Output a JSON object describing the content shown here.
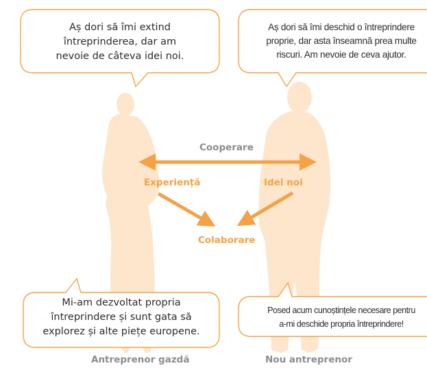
{
  "colors": {
    "accent": "#f5a144",
    "silhouette": "#fde6cc",
    "label_gray": "#8c8c8c",
    "text": "#2b2b2b"
  },
  "bubbles": {
    "top_left": [
      "Aș dori să îmi extind",
      "întreprinderea, dar am",
      "nevoie de câteva idei noi."
    ],
    "top_right": [
      "Aș dori să îmi deschid o întreprindere",
      "proprie, dar asta înseamnă prea multe",
      "riscuri. Am nevoie de ceva ajutor."
    ],
    "bottom_left": [
      "Mi-am dezvoltat propria",
      "întreprindere și sunt gata să",
      "explorez și alte piețe europene."
    ],
    "bottom_right": [
      "Posed acum cunoștințele necesare pentru",
      "a-mi deschide propria întreprindere!"
    ]
  },
  "labels": {
    "cooperation": "Cooperare",
    "experience": "Experiență",
    "new_ideas": "Idei noi",
    "collaboration": "Colaborare"
  },
  "captions": {
    "left": "Antreprenor gazdă",
    "right": "Nou antreprenor"
  }
}
